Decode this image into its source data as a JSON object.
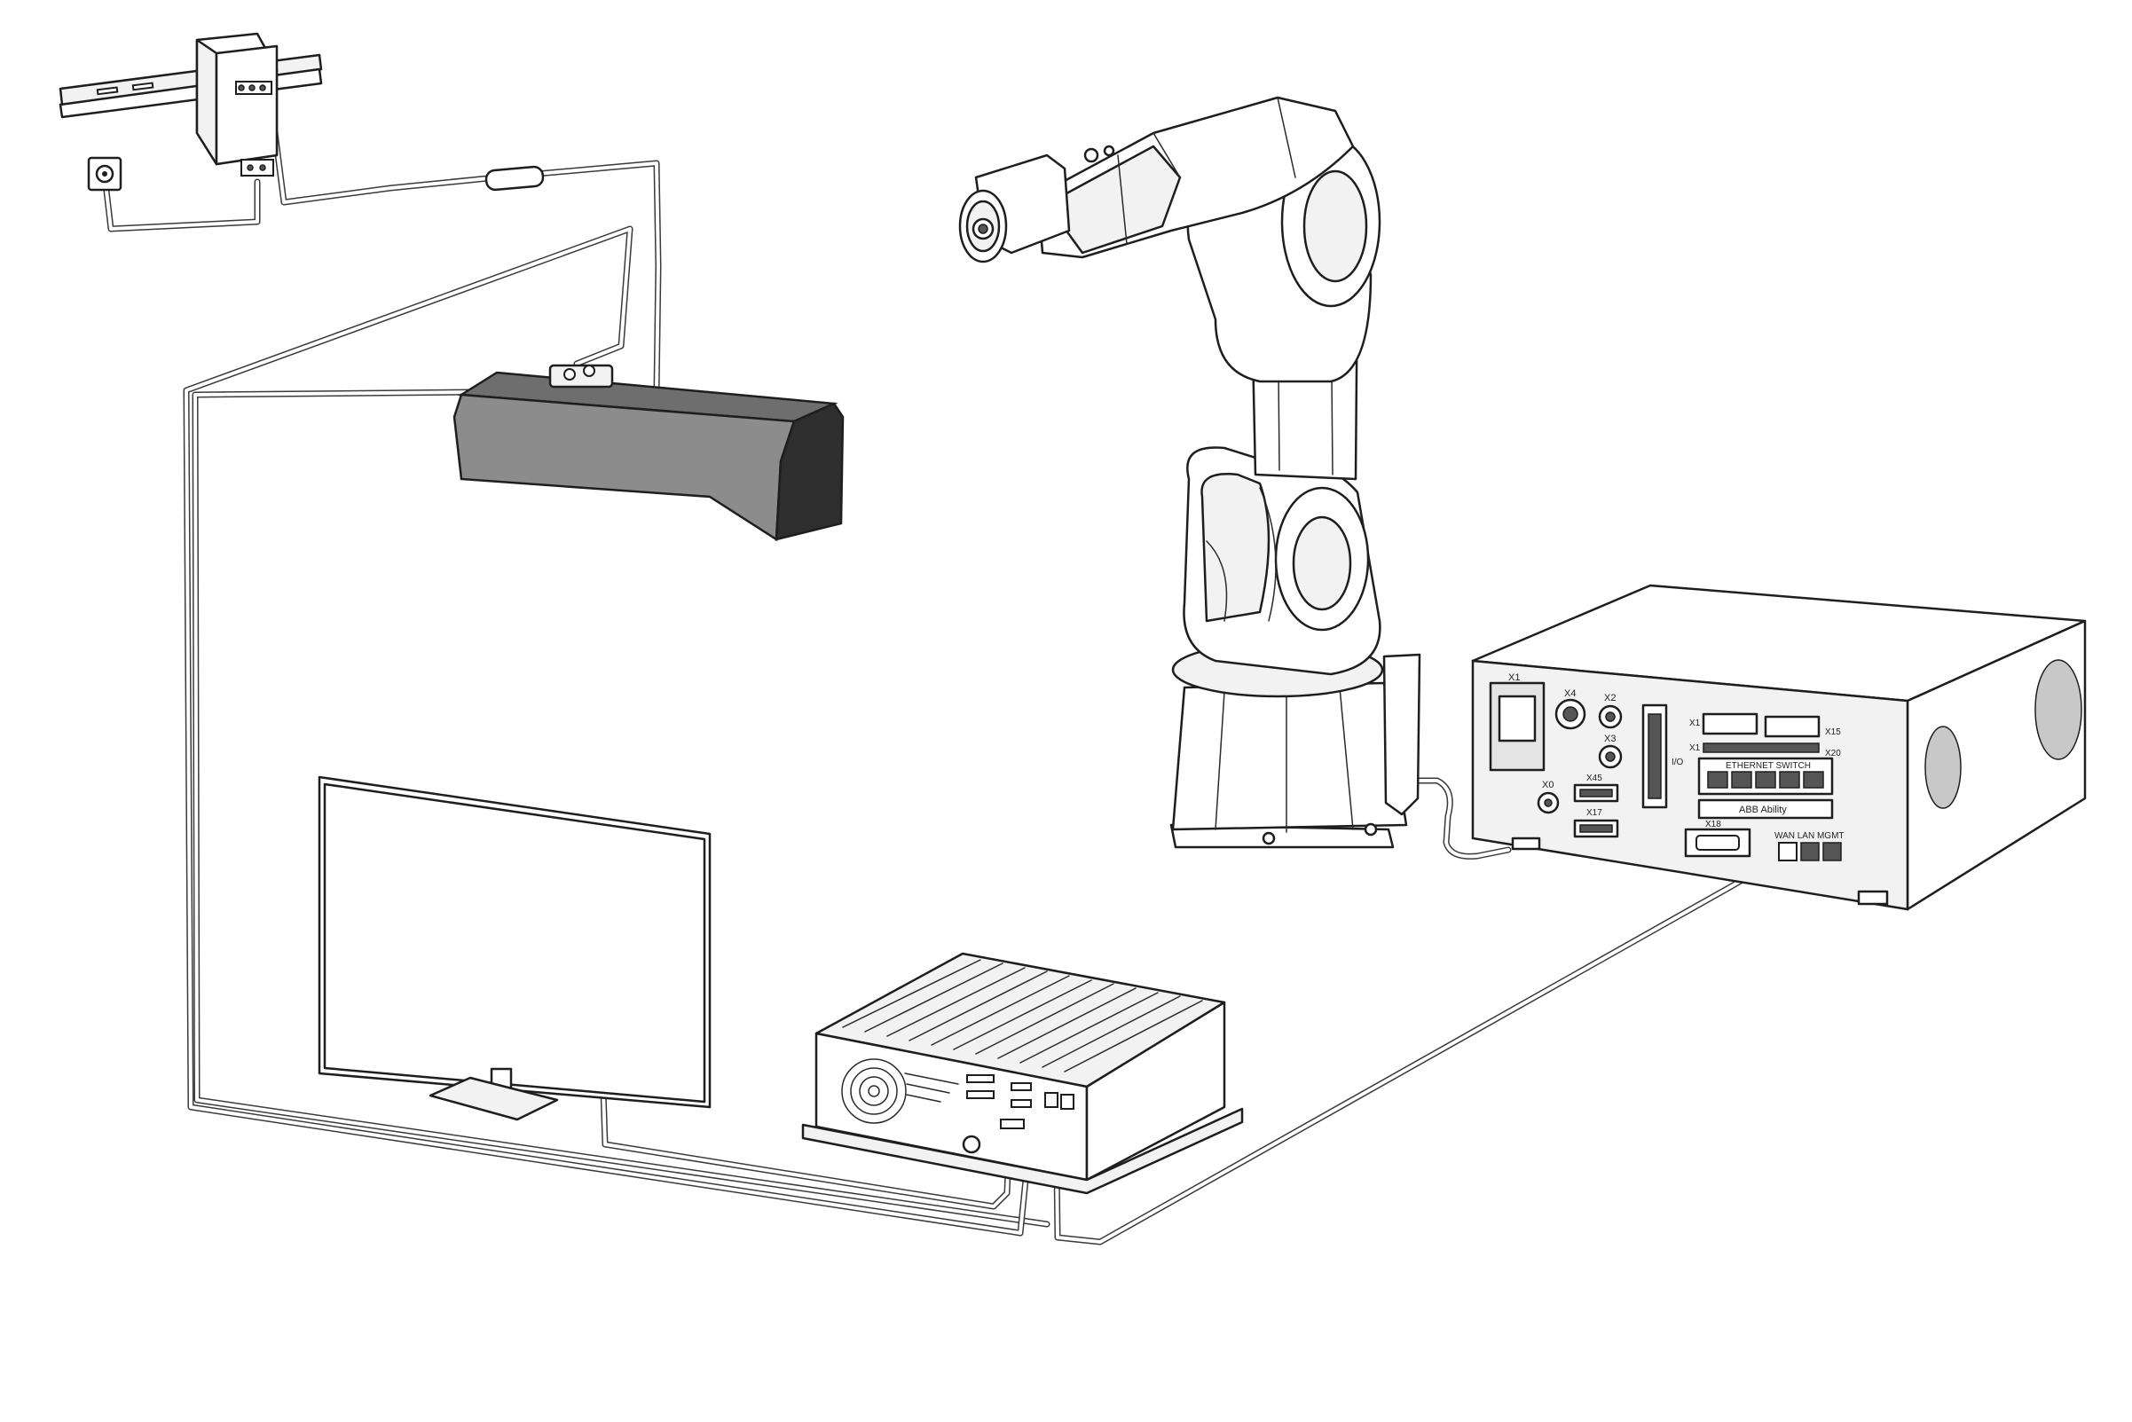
{
  "controller": {
    "connector_labels": {
      "x1": "X1",
      "x4": "X4",
      "x2": "X2",
      "x3": "X3",
      "x0": "X0",
      "x45": "X45",
      "x17": "X17",
      "x18": "X18",
      "x15": "X15",
      "x20": "X20",
      "x1_terminal": "X1",
      "x1_lower": "X1",
      "io": "I/O"
    },
    "ethernet_switch_label": "ETHERNET SWITCH",
    "brand_label": "ABB Ability",
    "network_ports_label": "WAN LAN MGMT"
  },
  "colors": {
    "line": "#1e1e1e",
    "camera_top": "#6e6e6e",
    "camera_front": "#8c8c8c",
    "camera_side": "#2e2e2e",
    "panel": "#f2f2f2"
  }
}
